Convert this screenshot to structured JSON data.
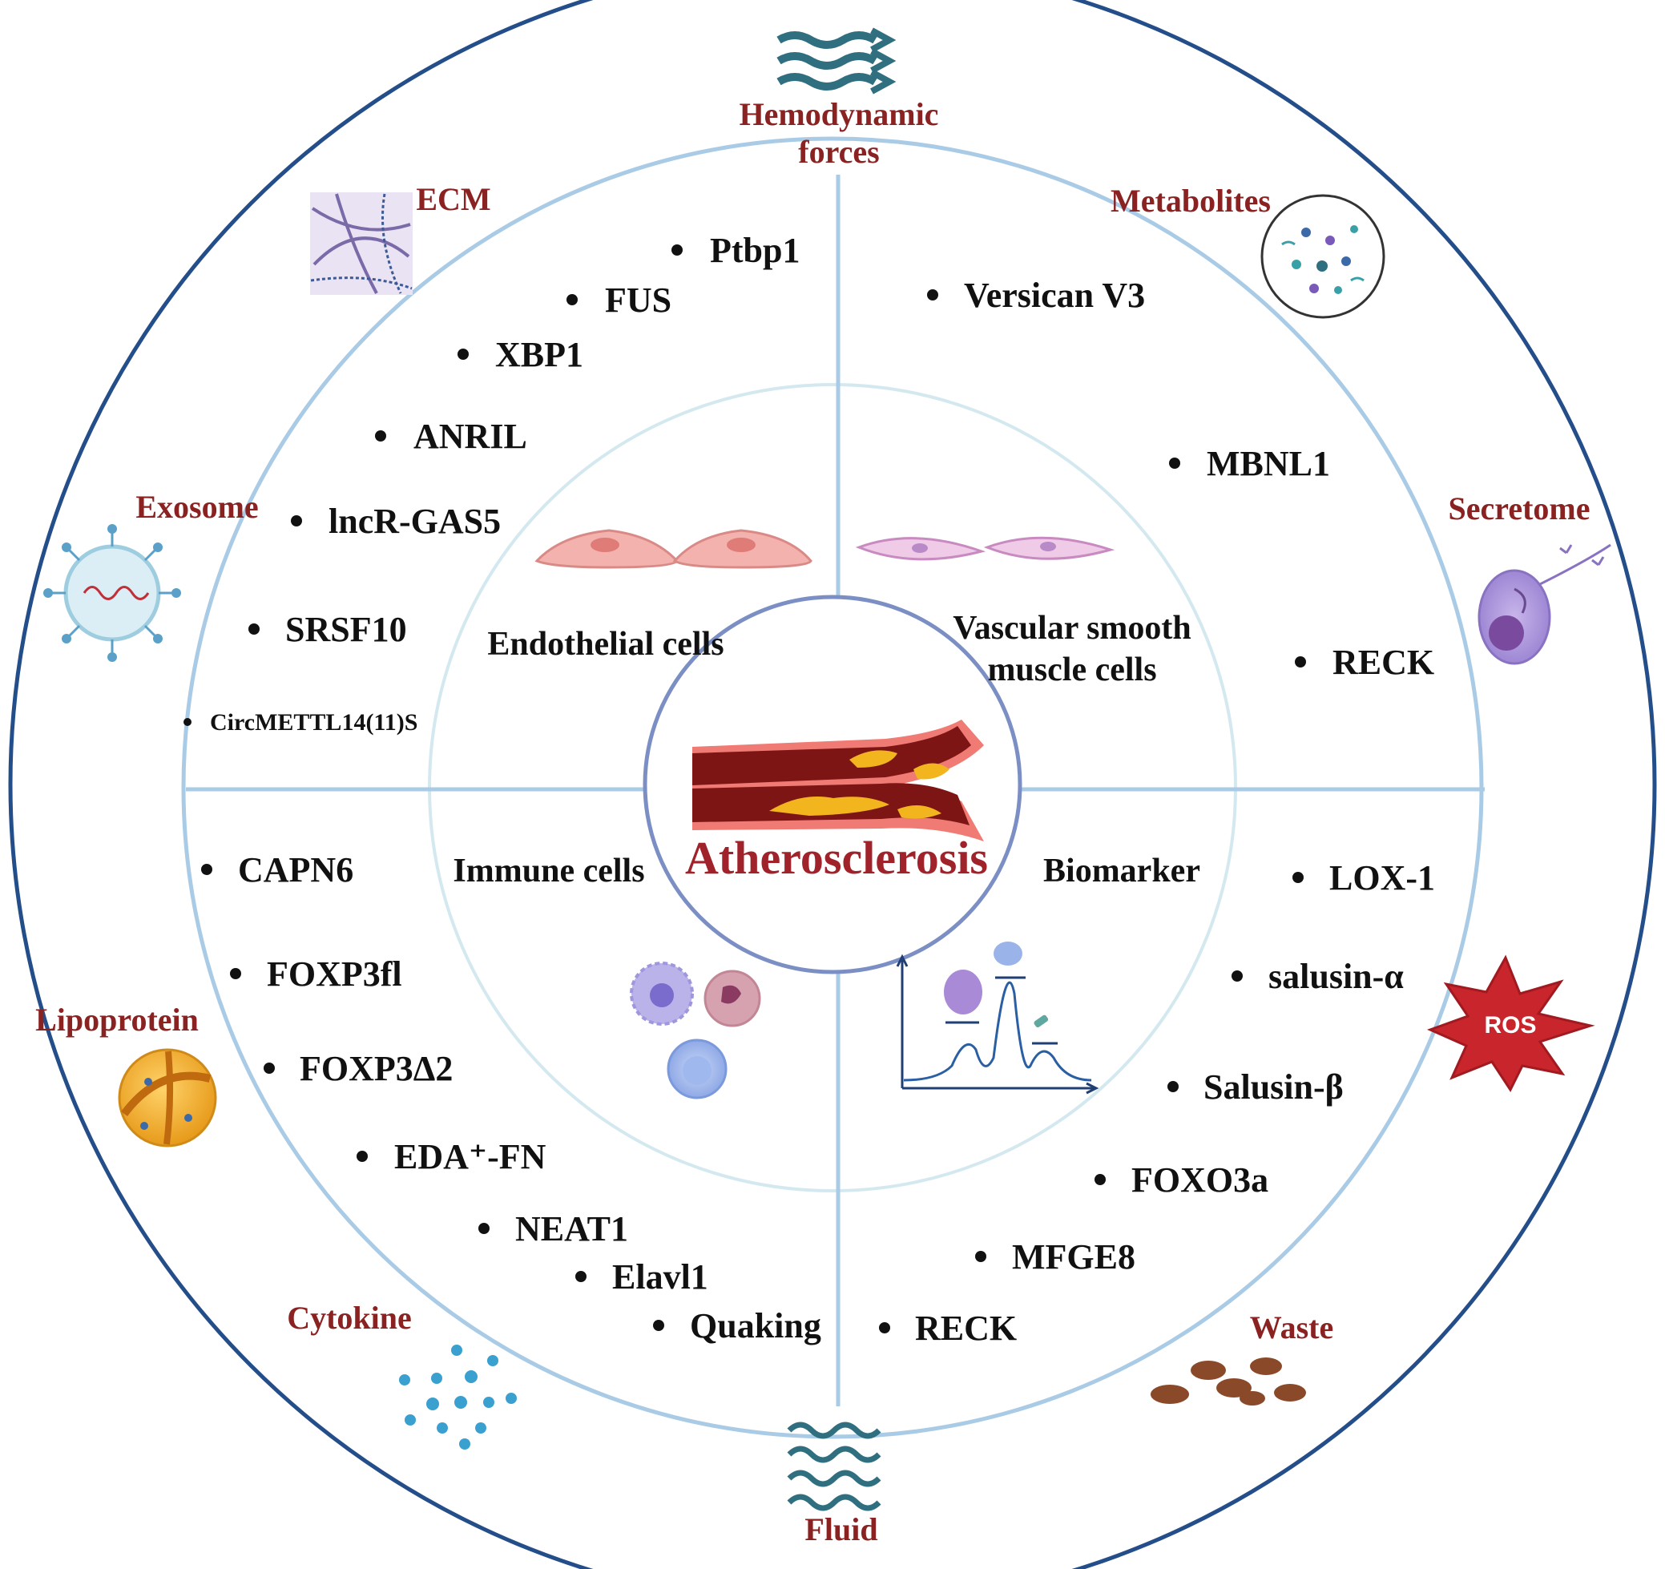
{
  "center": {
    "title": "Atherosclerosis"
  },
  "quadrants": {
    "endothelial": "Endothelial cells",
    "vsmc_line1": "Vascular smooth",
    "vsmc_line2": "muscle cells",
    "immune": "Immune cells",
    "biomarker": "Biomarker"
  },
  "environment": {
    "hemodynamic_line1": "Hemodynamic",
    "hemodynamic_line2": "forces",
    "ecm": "ECM",
    "metabolites": "Metabolites",
    "exosome": "Exosome",
    "secretome": "Secretome",
    "lipoprotein": "Lipoprotein",
    "cytokine": "Cytokine",
    "waste": "Waste",
    "fluid": "Fluid",
    "ros": "ROS"
  },
  "genes": {
    "endothelial": [
      "Ptbp1",
      "FUS",
      "XBP1",
      "ANRIL",
      "lncR-GAS5",
      "SRSF10",
      "CircMETTL14(11)S"
    ],
    "vsmc": [
      "Versican V3",
      "MBNL1",
      "RECK"
    ],
    "immune": [
      "CAPN6",
      "FOXP3fl",
      "FOXP3Δ2",
      "EDA⁺-FN",
      "NEAT1",
      "Elavl1",
      "Quaking"
    ],
    "biomarker": [
      "LOX-1",
      "salusin-α",
      "Salusin-β",
      "FOXO3a",
      "MFGE8",
      "RECK"
    ]
  }
}
